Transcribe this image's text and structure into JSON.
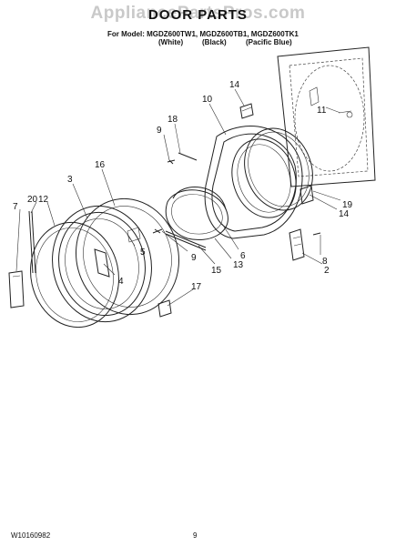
{
  "watermark": "AppliancePartsPros.com",
  "header": {
    "title": "DOOR PARTS",
    "models_line": "For Model: MGDZ600TW1, MGDZ600TB1, MGDZ600TK1",
    "variants": [
      "(White)",
      "(Black)",
      "(Pacific Blue)"
    ]
  },
  "callouts": [
    "14",
    "10",
    "18",
    "11",
    "9",
    "16",
    "3",
    "20",
    "7",
    "12",
    "5",
    "4",
    "19",
    "14",
    "6",
    "9",
    "13",
    "15",
    "8",
    "2",
    "17"
  ],
  "footer": {
    "doc_number": "W10160982",
    "page_number": "9"
  }
}
